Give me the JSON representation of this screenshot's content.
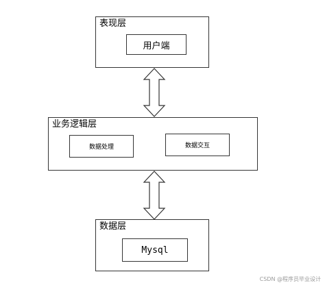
{
  "presentation_layer": {
    "title": "表现层",
    "component": "用户端"
  },
  "business_layer": {
    "title": "业务逻辑层",
    "components": [
      "数据处理",
      "数据交互"
    ]
  },
  "data_layer": {
    "title": "数据层",
    "component": "Mysql"
  },
  "watermark": "CSDN @程序员毕业设计"
}
